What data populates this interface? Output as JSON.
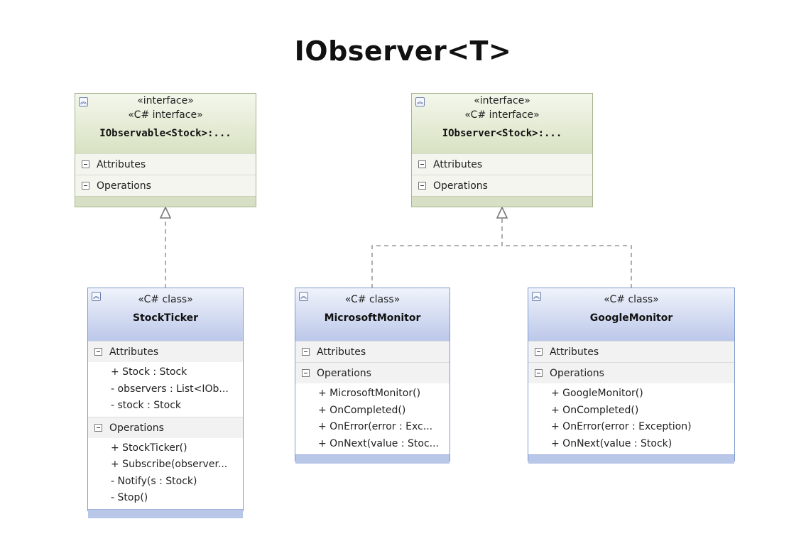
{
  "title": "IObserver<T>",
  "colors": {
    "interface_fill": "#e6ecd8",
    "interface_border": "#a7b58c",
    "class_fill": "#bcc8ea",
    "class_border": "#7f9ad0",
    "connector": "#999999"
  },
  "boxes": {
    "iobservable": {
      "stereotype1": "«interface»",
      "stereotype2": "«C# interface»",
      "name": "IObservable<Stock>:...",
      "attributes_label": "Attributes",
      "operations_label": "Operations"
    },
    "iobserver": {
      "stereotype1": "«interface»",
      "stereotype2": "«C# interface»",
      "name": "IObserver<Stock>:...",
      "attributes_label": "Attributes",
      "operations_label": "Operations"
    },
    "stockticker": {
      "stereotype": "«C# class»",
      "name": "StockTicker",
      "attributes_label": "Attributes",
      "attributes": [
        "+ Stock : Stock",
        "- observers : List<IOb...",
        "- stock : Stock"
      ],
      "operations_label": "Operations",
      "operations": [
        "+ StockTicker()",
        "+ Subscribe(observer...",
        "- Notify(s : Stock)",
        "- Stop()"
      ]
    },
    "microsoftmonitor": {
      "stereotype": "«C# class»",
      "name": "MicrosoftMonitor",
      "attributes_label": "Attributes",
      "operations_label": "Operations",
      "operations": [
        "+ MicrosoftMonitor()",
        "+ OnCompleted()",
        "+ OnError(error : Exc...",
        "+ OnNext(value : Stoc..."
      ]
    },
    "googlemonitor": {
      "stereotype": "«C# class»",
      "name": "GoogleMonitor",
      "attributes_label": "Attributes",
      "operations_label": "Operations",
      "operations": [
        "+ GoogleMonitor()",
        "+ OnCompleted()",
        "+ OnError(error : Exception)",
        "+ OnNext(value : Stock)"
      ]
    }
  },
  "relations": [
    {
      "type": "realization",
      "from": "StockTicker",
      "to": "IObservable<Stock>:..."
    },
    {
      "type": "realization",
      "from": "MicrosoftMonitor",
      "to": "IObserver<Stock>:..."
    },
    {
      "type": "realization",
      "from": "GoogleMonitor",
      "to": "IObserver<Stock>:..."
    }
  ]
}
